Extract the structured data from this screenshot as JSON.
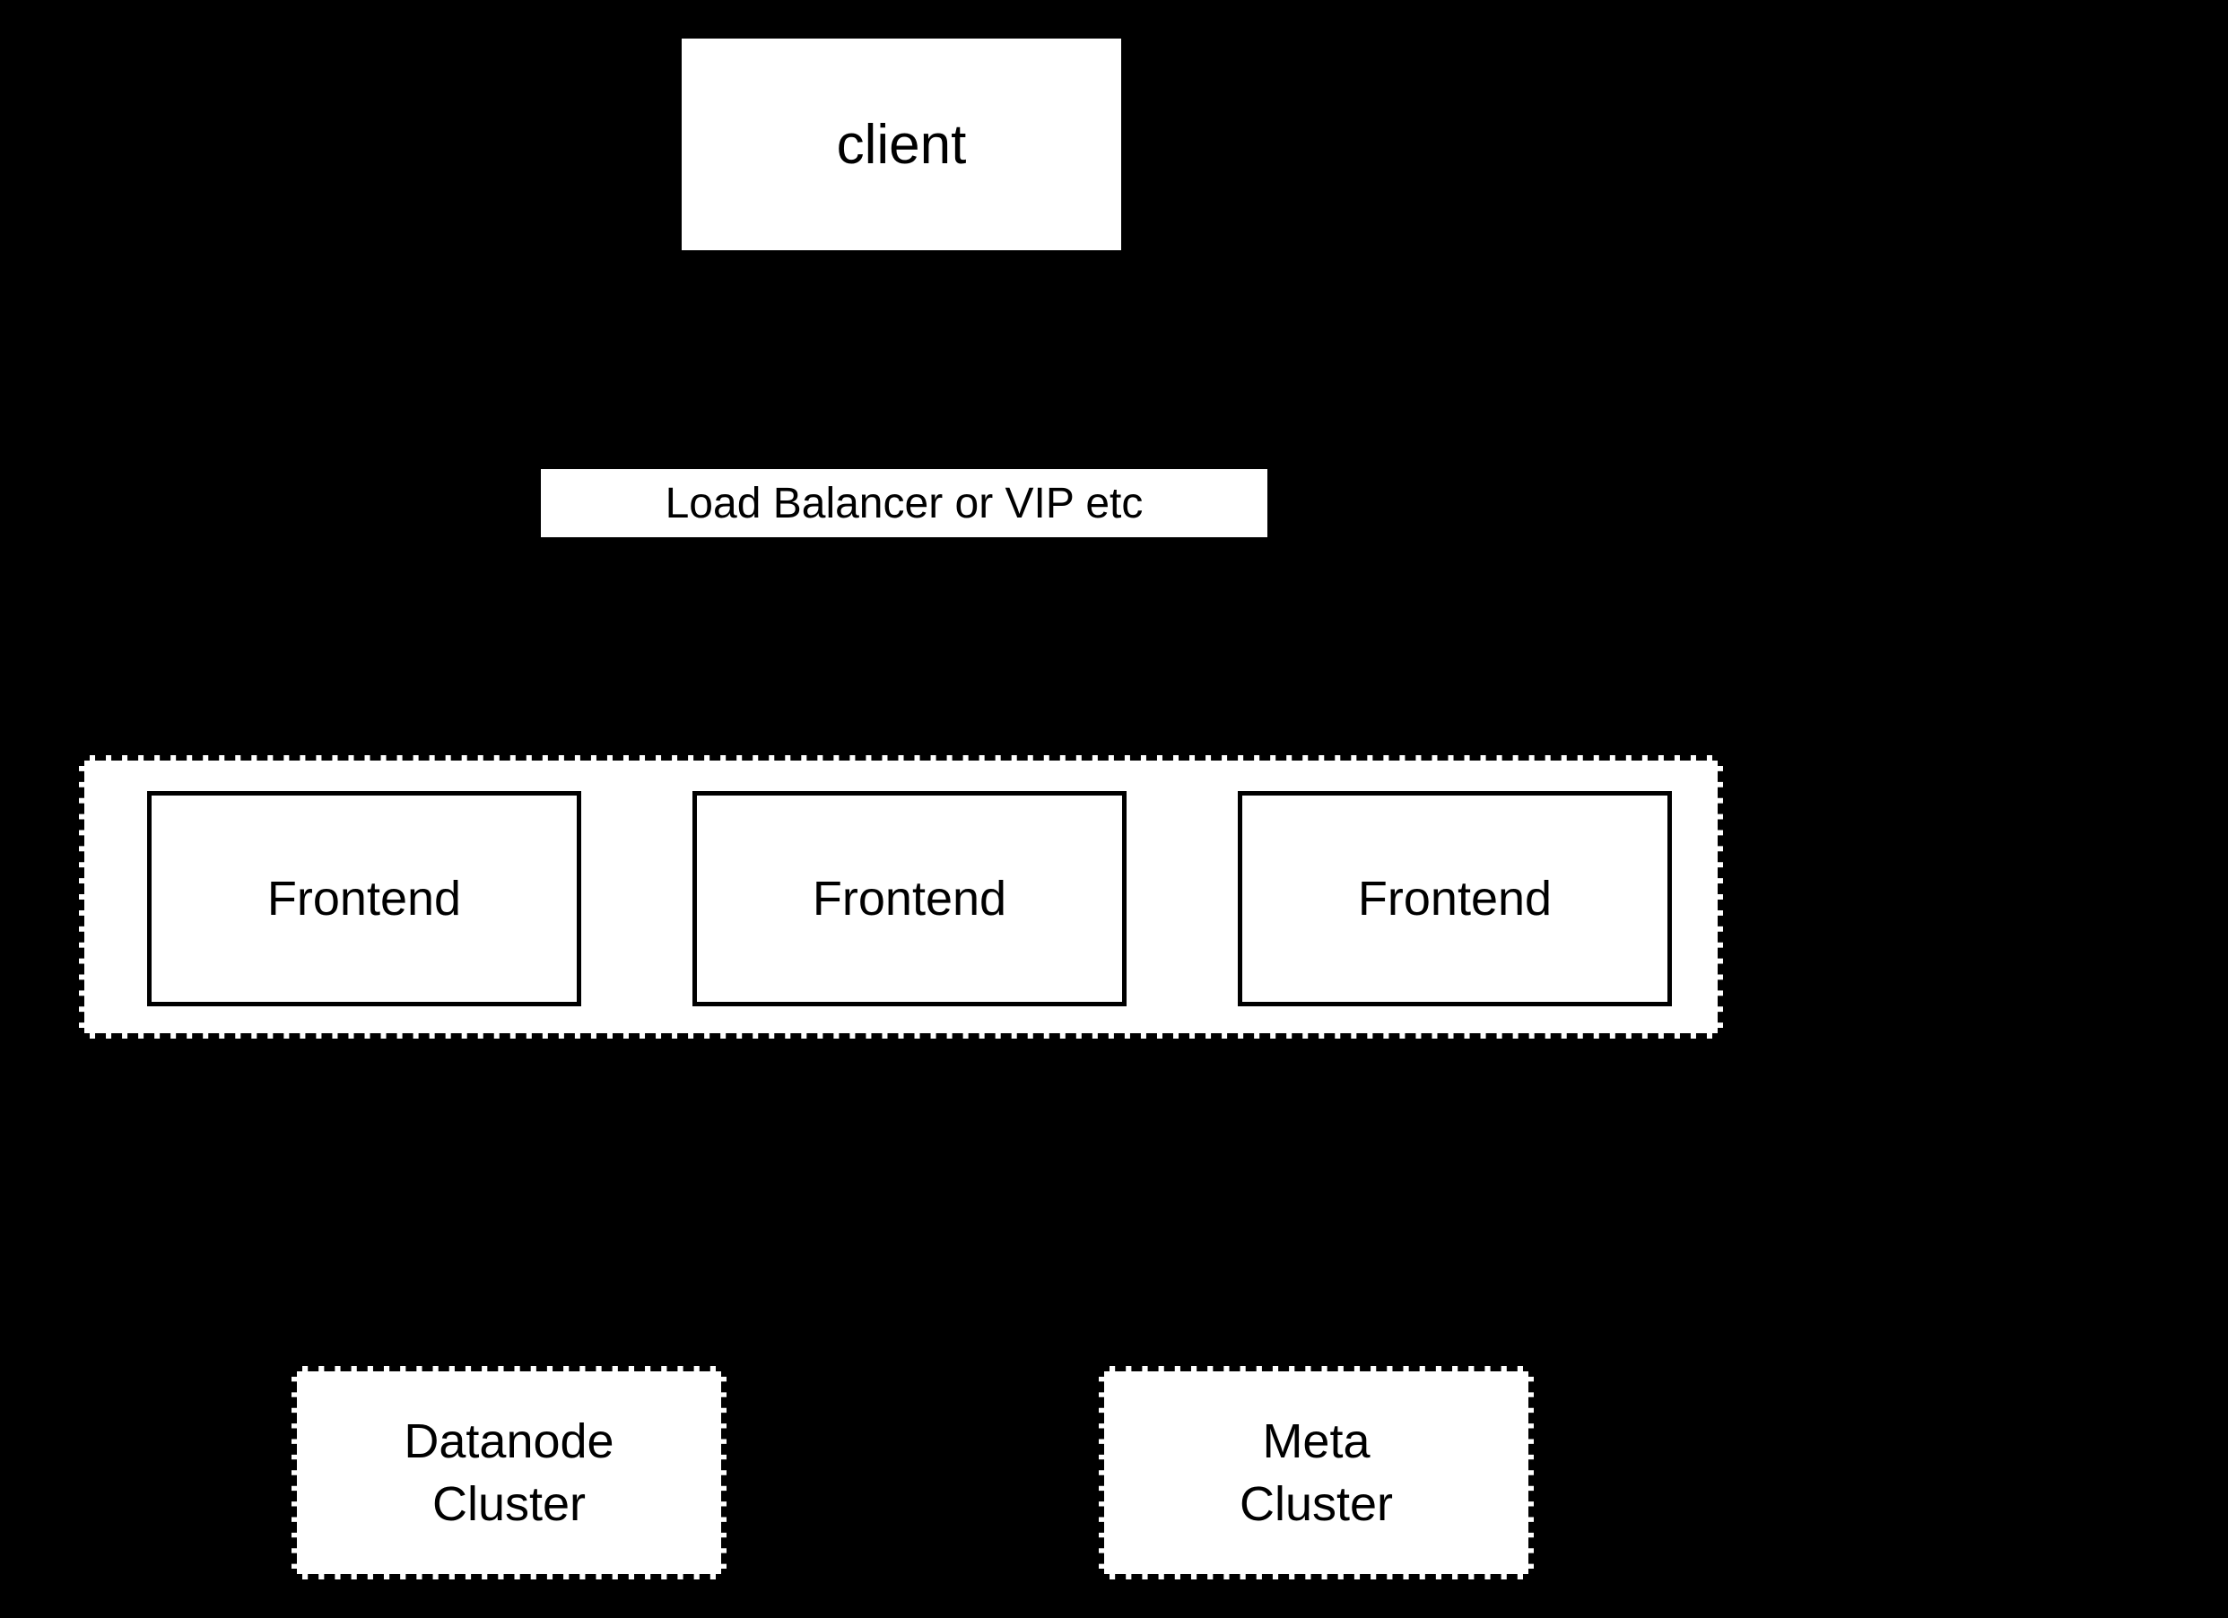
{
  "diagram": {
    "title": "client / load balancer / frontend cluster architecture diagram"
  },
  "colors": {
    "background": "#000000",
    "node_fill": "#ffffff",
    "node_text": "#000000",
    "node_border": "#000000"
  },
  "nodes": {
    "client": {
      "label": "client"
    },
    "load_balancer": {
      "label": "Load Balancer or VIP etc"
    },
    "frontends": [
      {
        "label": "Frontend"
      },
      {
        "label": "Frontend"
      },
      {
        "label": "Frontend"
      }
    ],
    "datanode_cluster": {
      "label": "Datanode\nCluster"
    },
    "meta_cluster": {
      "label": "Meta\nCluster"
    }
  }
}
